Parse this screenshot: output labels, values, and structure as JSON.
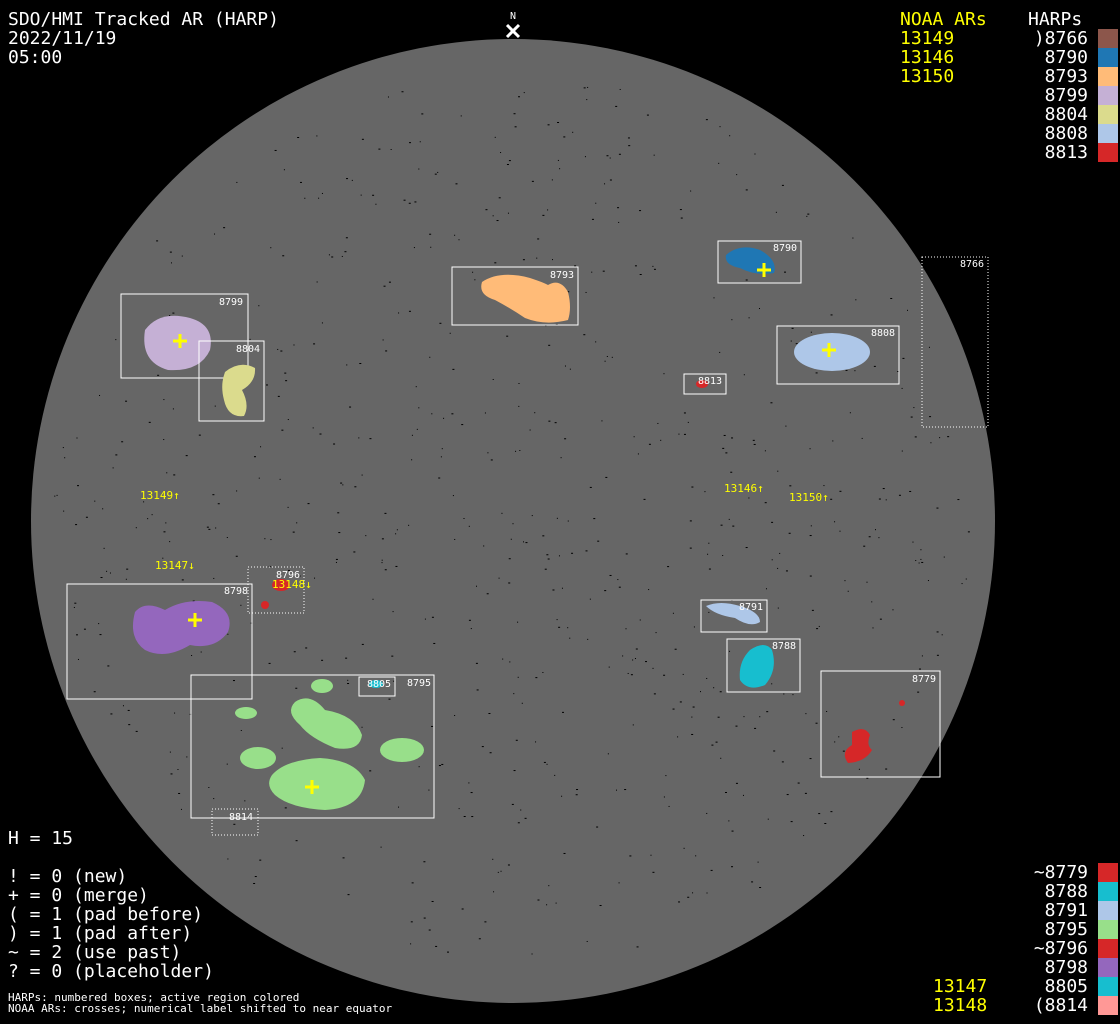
{
  "header": {
    "title": "SDO/HMI Tracked AR (HARP)",
    "date": "2022/11/19",
    "time": "05:00"
  },
  "north_label": "N",
  "legend_top": {
    "noaa_title": "NOAA ARs",
    "harps_title": "HARPs",
    "noaa": [
      "13149",
      "13146",
      "13150"
    ],
    "harps": [
      {
        "label": ")8766",
        "color": "#8c564b"
      },
      {
        "label": "8790",
        "color": "#1f77b4"
      },
      {
        "label": "8793",
        "color": "#ffbb78"
      },
      {
        "label": "8799",
        "color": "#c5b0d5"
      },
      {
        "label": "8804",
        "color": "#dbdb8d"
      },
      {
        "label": "8808",
        "color": "#aec7e8"
      },
      {
        "label": "8813",
        "color": "#d62728"
      }
    ]
  },
  "legend_bottom": {
    "noaa": [
      "13147",
      "13148"
    ],
    "harps": [
      {
        "label": "~8779",
        "color": "#d62728"
      },
      {
        "label": "8788",
        "color": "#17becf"
      },
      {
        "label": "8791",
        "color": "#aec7e8"
      },
      {
        "label": "8795",
        "color": "#98df8a"
      },
      {
        "label": "~8796",
        "color": "#d62728"
      },
      {
        "label": "8798",
        "color": "#9467bd"
      },
      {
        "label": "8805",
        "color": "#17becf"
      },
      {
        "label": "(8814",
        "color": "#ff9896"
      }
    ]
  },
  "stats": {
    "h": "H = 15",
    "lines": [
      "! = 0 (new)",
      "+ = 0 (merge)",
      "( = 1 (pad before)",
      ") = 1 (pad after)",
      "~ = 2 (use past)",
      "? = 0 (placeholder)"
    ]
  },
  "footnotes": [
    "HARPs: numbered boxes; active region colored",
    "NOAA ARs: crosses; numerical label shifted to near equator"
  ],
  "disk_labels": {
    "harps": {
      "h8799": "8799",
      "h8804": "8804",
      "h8793": "8793",
      "h8790": "8790",
      "h8808": "8808",
      "h8813": "8813",
      "h8766": "8766",
      "h8796": "8796",
      "h8798": "8798",
      "h8805": "8805",
      "h8795": "8795",
      "h8814": "8814",
      "h8791": "8791",
      "h8788": "8788",
      "h8779": "8779"
    },
    "noaa": {
      "n13149": "13149↑",
      "n13146": "13146↑",
      "n13150": "13150↑",
      "n13147": "13147↓",
      "n13148": "13148↓"
    }
  }
}
